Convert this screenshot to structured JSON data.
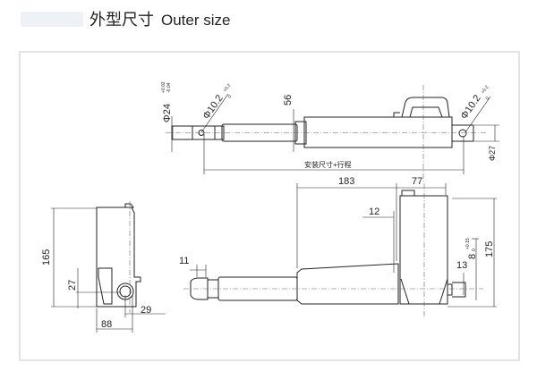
{
  "header": {
    "title_cn": "外型尺寸",
    "title_en": "Outer size"
  },
  "top_view": {
    "rod_diameter": "Φ24",
    "rod_tol_upper": "+0.02",
    "rod_tol_lower": "-0.04",
    "front_hole": "Φ10.2",
    "front_hole_tol_upper": "+0.2",
    "front_hole_tol_lower": "0",
    "body_height": "56",
    "rear_hole": "Φ10.2",
    "rear_hole_tol_upper": "+0.2",
    "rear_hole_tol_lower": "0",
    "rear_diameter": "Φ27",
    "install_label": "安装尺寸+行程"
  },
  "side_view": {
    "height": "165",
    "hole_height": "27",
    "width": "88",
    "offset": "29"
  },
  "front_view": {
    "motor_offset": "183",
    "motor_width": "77",
    "gap": "12",
    "rod_end": "11",
    "slot": "8",
    "slot_tol_upper": "+0.15",
    "slot_tol_lower": "0",
    "rear_end": "13",
    "total_height": "175"
  }
}
